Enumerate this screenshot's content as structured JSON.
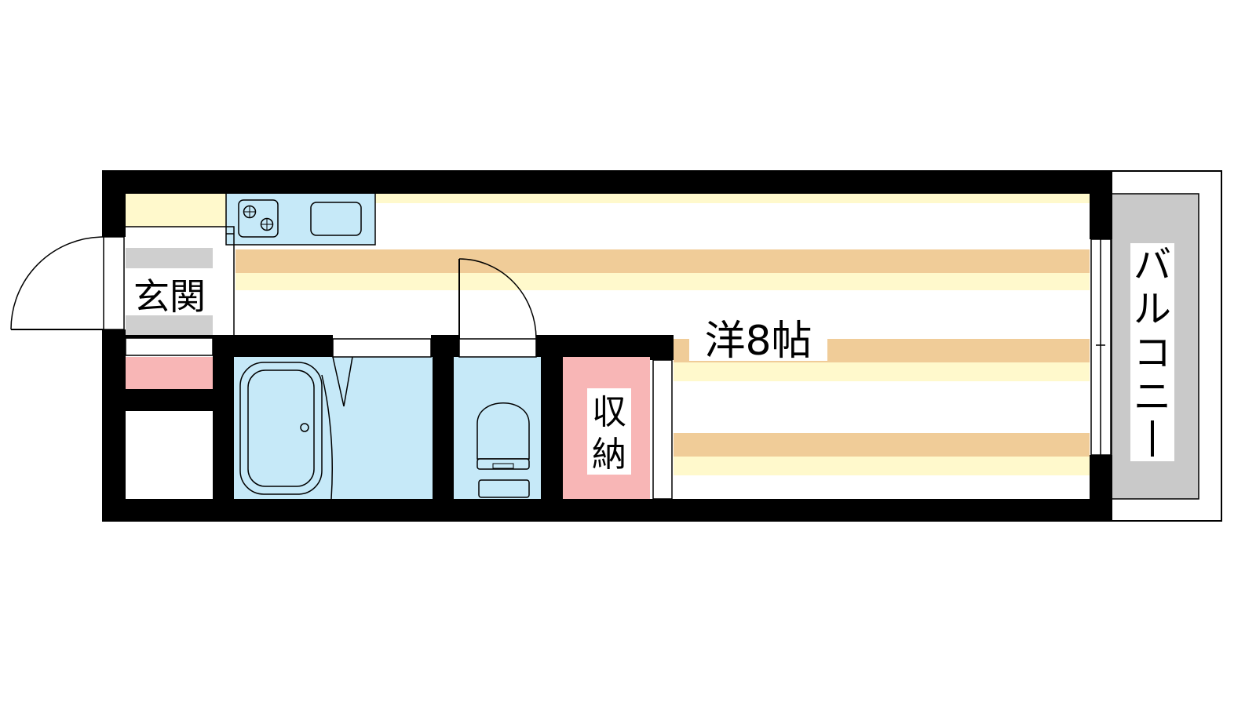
{
  "rooms": {
    "entrance": "玄関",
    "western_room": "洋8帖",
    "storage_line1": "収",
    "storage_line2": "納",
    "balcony": [
      "バ",
      "ル",
      "コ",
      "ニ",
      "ー"
    ]
  },
  "colors": {
    "wall": "#000000",
    "wet_area": "#c6e9f8",
    "storage": "#f8b6b6",
    "floor_light": "#fff9cc",
    "floor_stripe": "#f0cc98",
    "entrance_floor": "#cfcfcf",
    "balcony": "#c9c9c9",
    "background": "#ffffff"
  }
}
